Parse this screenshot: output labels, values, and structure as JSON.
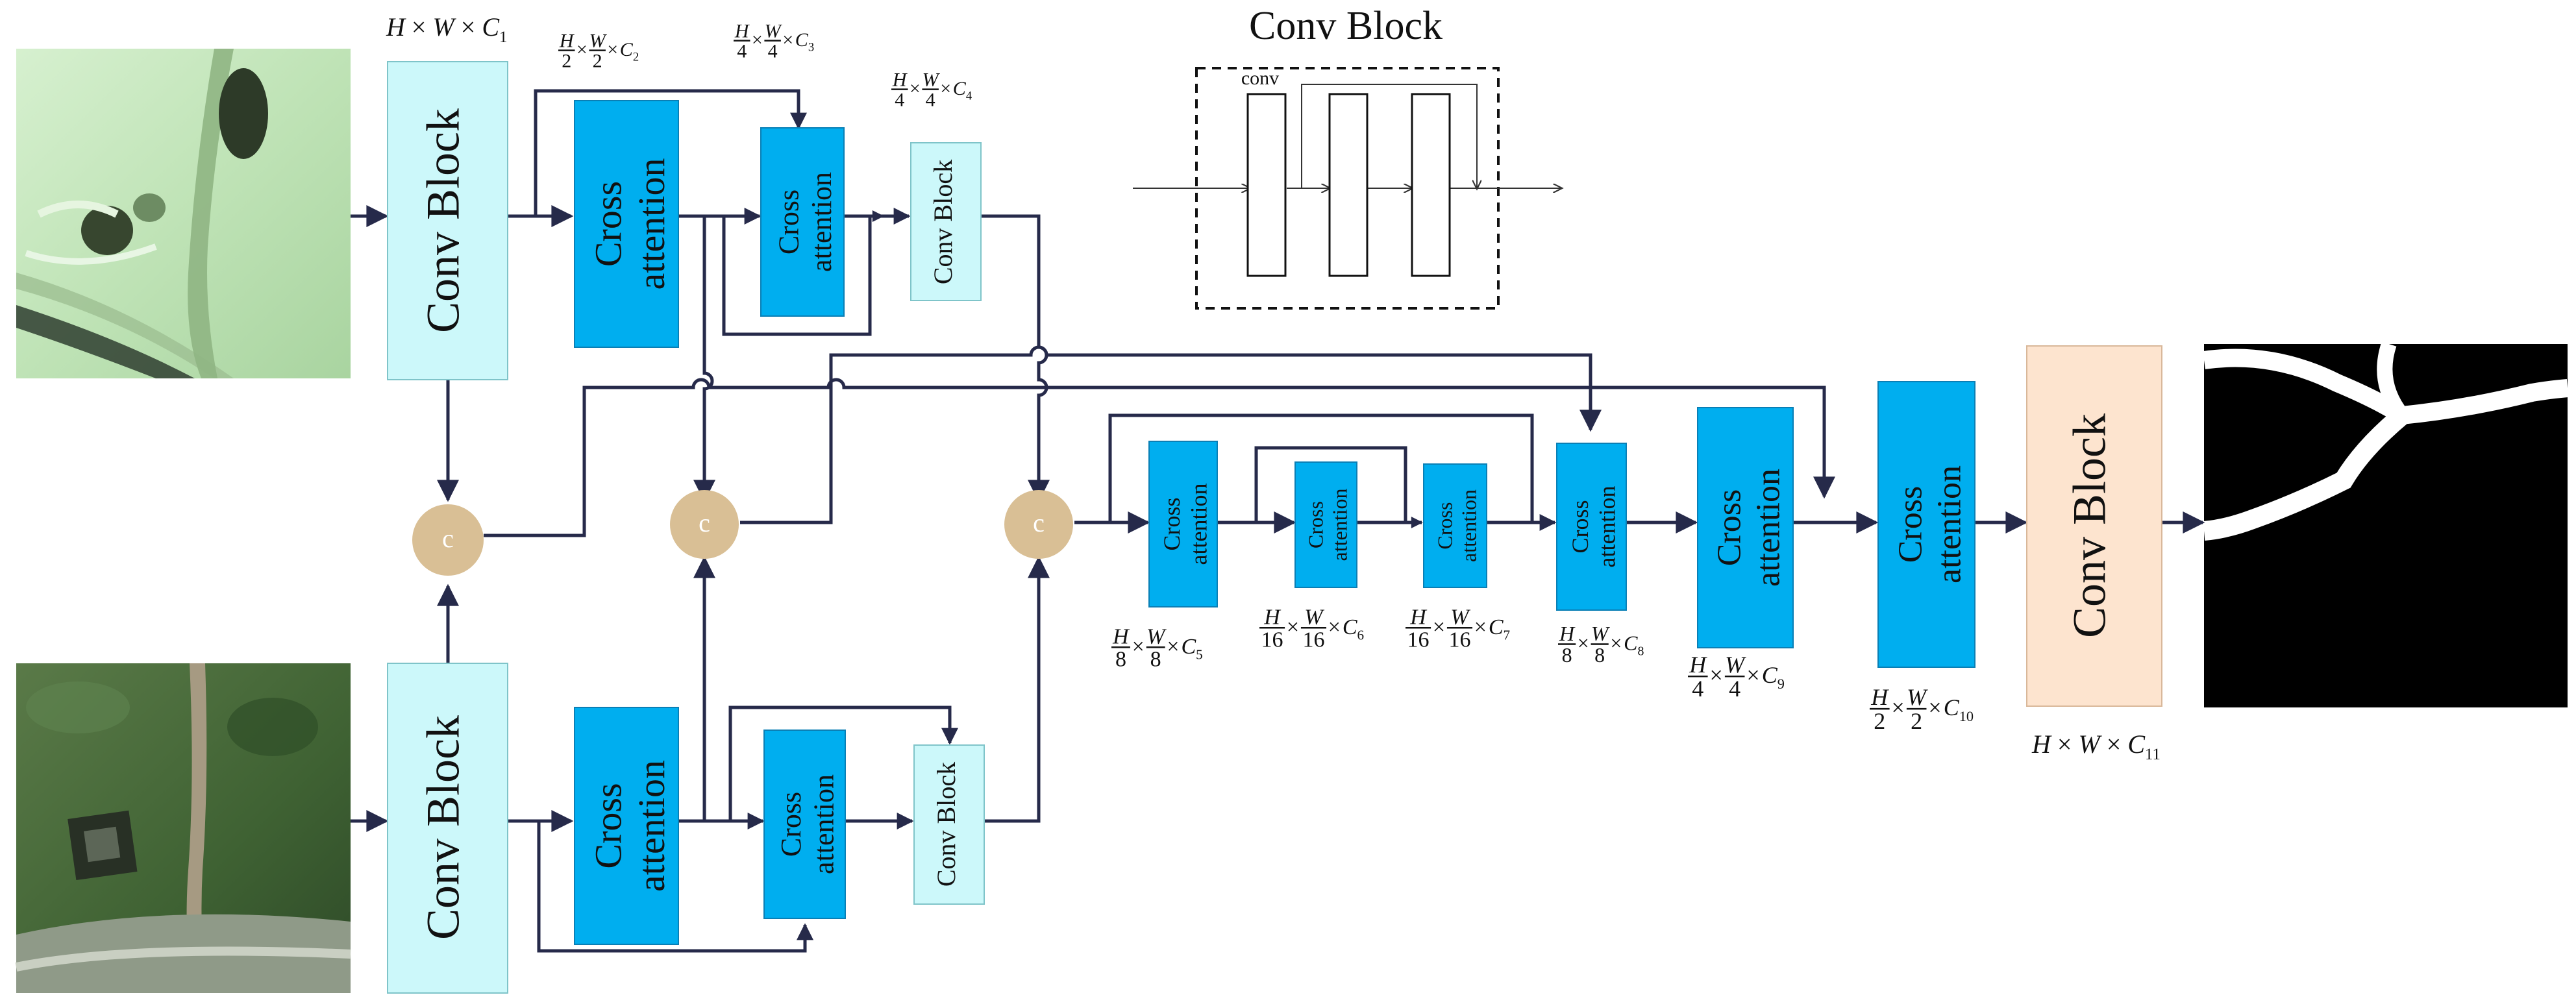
{
  "colors": {
    "conv_block": "#ccf8fa",
    "cross_attention": "#00aeef",
    "final_conv": "#fde4cf",
    "concat": "#d9bf95",
    "line": "#262a4a",
    "image_a_ground": "#c6e8c0",
    "image_b_ground": "#46683a"
  },
  "icons": {
    "input_image_a": "aerial-photo-light-green-road",
    "input_image_b": "aerial-photo-dark-green-path",
    "output_mask": "binary-road-segmentation-mask"
  },
  "legend": {
    "title": "Conv Block",
    "conv_label": "conv"
  },
  "blocks": {
    "conv_block_label": "Conv Block",
    "cross_label_1": "Cross",
    "cross_label_2": "attention",
    "concat_label": "c"
  },
  "dims": {
    "d1": {
      "num": "",
      "den": "",
      "sym": "C",
      "sub": "1"
    },
    "d2": {
      "num": "H",
      "den": "2",
      "sym": "C",
      "sub": "2"
    },
    "d3": {
      "num": "H",
      "den": "4",
      "sym": "C",
      "sub": "3"
    },
    "d4": {
      "num": "H",
      "den": "4",
      "sym": "C",
      "sub": "4"
    },
    "d5": {
      "num": "H",
      "den": "8",
      "sym": "C",
      "sub": "5"
    },
    "d6": {
      "num": "H",
      "den": "16",
      "sym": "C",
      "sub": "6"
    },
    "d7": {
      "num": "H",
      "den": "16",
      "sym": "C",
      "sub": "7"
    },
    "d8": {
      "num": "H",
      "den": "8",
      "sym": "C",
      "sub": "8"
    },
    "d9": {
      "num": "H",
      "den": "4",
      "sym": "C",
      "sub": "9"
    },
    "d10": {
      "num": "H",
      "den": "2",
      "sym": "C",
      "sub": "10"
    },
    "d11": {
      "num": "",
      "den": "",
      "sym": "C",
      "sub": "11"
    }
  },
  "dim_text": {
    "h": "H",
    "w": "W",
    "times": "×",
    "c": "C"
  }
}
